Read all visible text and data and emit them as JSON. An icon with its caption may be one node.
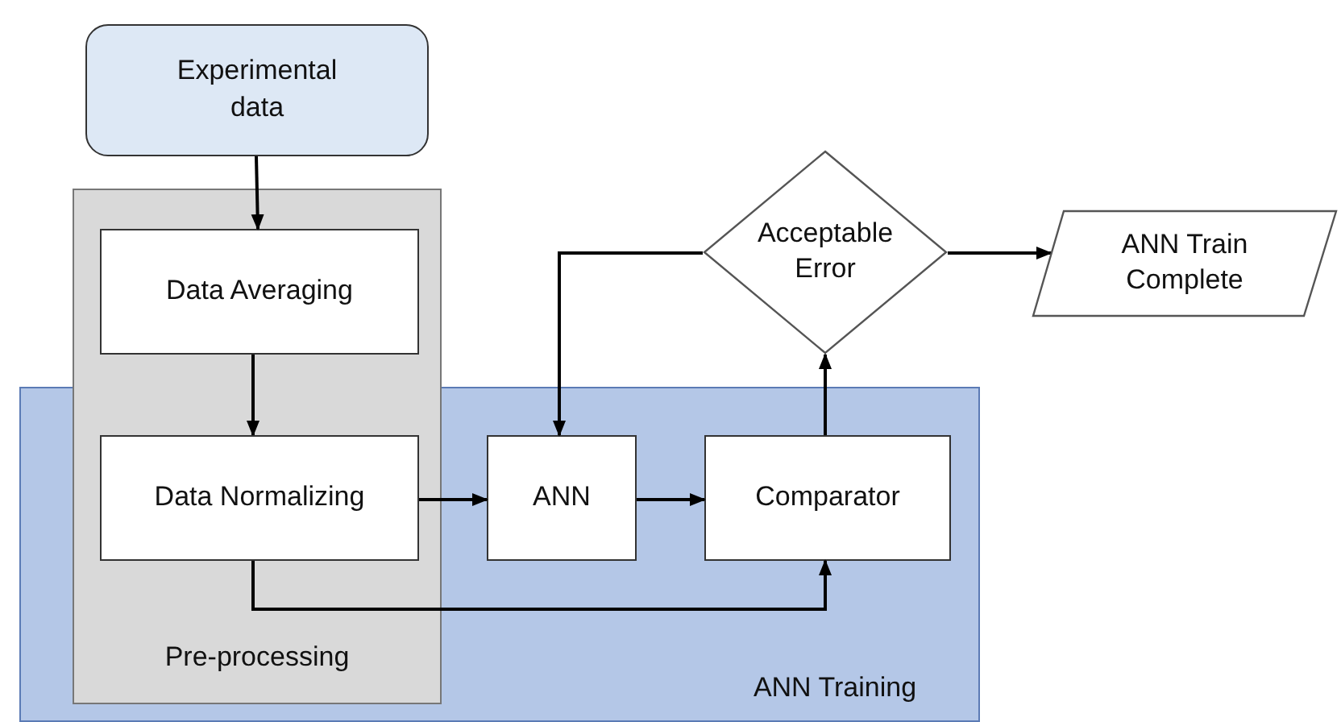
{
  "diagram": {
    "nodes": [
      {
        "text": [
          "Experimental data"
        ]
      },
      {
        "text": [
          "Pre-processing"
        ]
      },
      {
        "text": [
          "Data Averaging"
        ],
        "in": 1
      },
      {
        "text": [
          "Data Normalizing"
        ]
      },
      {
        "text": [
          "Acceptable Error"
        ]
      },
      {
        "text": [
          "ANN Train Complete"
        ]
      },
      {
        "text": [
          "ANN Training"
        ]
      },
      {
        "text": [
          "ANN"
        ],
        "in": 6
      },
      {
        "text": [
          "Comparator"
        ],
        "in": 6
      }
    ],
    "edges": [
      {
        "from": 0,
        "to": 2,
        "arrow": "to"
      },
      {
        "from": 2,
        "to": 3,
        "arrow": "to"
      },
      {
        "from": 3,
        "to": 7,
        "arrow": "to"
      },
      {
        "from": 7,
        "to": 8,
        "arrow": "to"
      },
      {
        "from": 3,
        "to": 8,
        "arrow": "to"
      },
      {
        "from": 8,
        "to": 4,
        "arrow": "to"
      },
      {
        "from": 4,
        "to": 7,
        "arrow": "to"
      },
      {
        "from": 4,
        "to": 5,
        "arrow": "to"
      }
    ]
  }
}
